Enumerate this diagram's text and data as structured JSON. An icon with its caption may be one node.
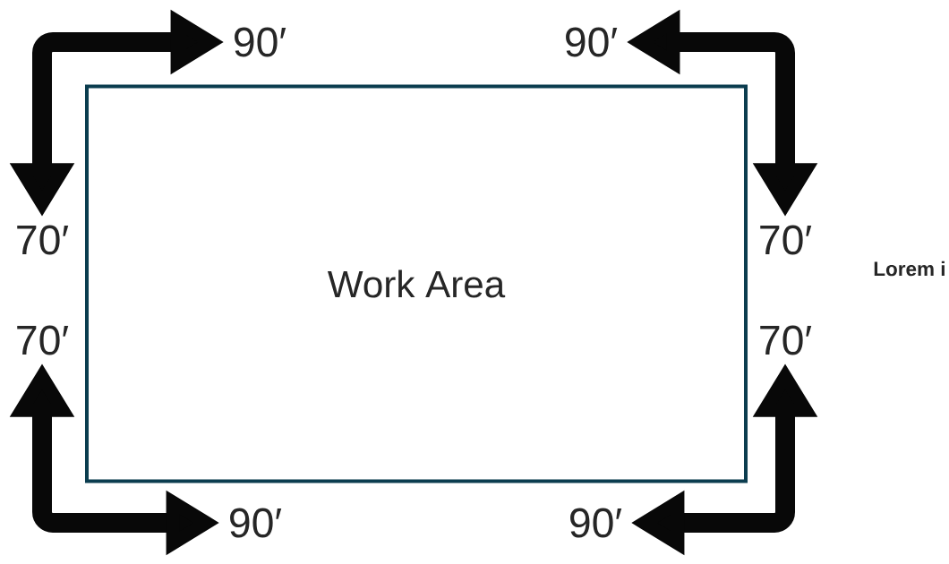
{
  "diagram": {
    "nodes": [
      {
        "text": [
          "Work Area"
        ]
      },
      {
        "text": [
          "90′"
        ]
      },
      {
        "text": [
          "90′"
        ]
      },
      {
        "text": [
          "70′"
        ]
      },
      {
        "text": [
          "70′"
        ]
      },
      {
        "text": [
          "70′"
        ]
      },
      {
        "text": [
          "70′"
        ]
      },
      {
        "text": [
          "90′"
        ]
      },
      {
        "text": [
          "90′"
        ]
      }
    ],
    "edges": [
      {
        "from": 3,
        "to": 1,
        "arrow": "both"
      },
      {
        "from": 2,
        "to": 4,
        "arrow": "both"
      },
      {
        "from": 5,
        "to": 7,
        "arrow": "both"
      },
      {
        "from": 8,
        "to": 6,
        "arrow": "both"
      }
    ],
    "labels": [
      "Lorem i"
    ]
  }
}
